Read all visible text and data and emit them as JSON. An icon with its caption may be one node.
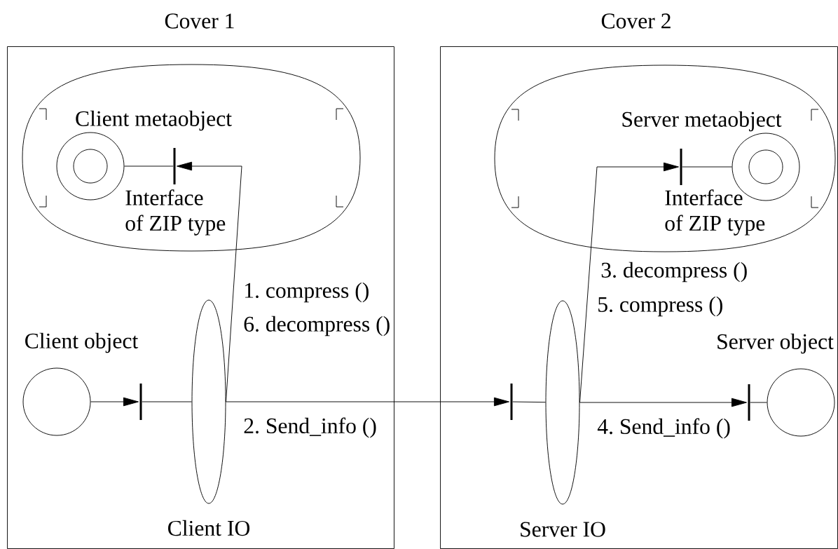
{
  "diagram": {
    "nodes": [
      {
        "text": [
          "Cover 1"
        ]
      },
      {
        "text": [],
        "shape": "cloud",
        "in": 0
      },
      {
        "text": [
          "Client metaobject"
        ],
        "in": 1
      },
      {
        "text": [
          "Interface of ZIP type"
        ],
        "in": 1
      },
      {
        "text": [
          "Client object"
        ],
        "in": 0
      },
      {
        "text": [],
        "shape": "bar",
        "in": 0
      },
      {
        "text": [
          "Client IO"
        ],
        "in": 0
      },
      {
        "text": [
          "Cover 2"
        ]
      },
      {
        "text": [],
        "shape": "cloud",
        "in": 7
      },
      {
        "text": [
          "Server metaobject"
        ],
        "in": 8
      },
      {
        "text": [
          "Interface of ZIP type"
        ],
        "in": 8
      },
      {
        "text": [],
        "shape": "bar",
        "in": 7
      },
      {
        "text": [
          "Server IO"
        ],
        "in": 7
      },
      {
        "text": [],
        "shape": "bar",
        "in": 7
      },
      {
        "text": [
          "Server object"
        ],
        "in": 7
      }
    ],
    "edges": [
      {
        "from": 4,
        "to": 5,
        "arrow": "to"
      },
      {
        "from": 5,
        "to": 6,
        "arrow": "none"
      },
      {
        "from": 6,
        "to": 3,
        "arrow": "to"
      },
      {
        "from": 3,
        "to": 2,
        "arrow": "none"
      },
      {
        "from": 6,
        "to": 11,
        "arrow": "to",
        "label": "2. Send_info ()"
      },
      {
        "from": 11,
        "to": 12,
        "arrow": "none"
      },
      {
        "from": 12,
        "to": 10,
        "arrow": "to"
      },
      {
        "from": 10,
        "to": 9,
        "arrow": "none"
      },
      {
        "from": 12,
        "to": 13,
        "arrow": "to",
        "label": "4. Send_info ()"
      },
      {
        "from": 13,
        "to": 14,
        "arrow": "none"
      }
    ],
    "labels": [
      "1. compress ()",
      "6. decompress ()",
      "3. decompress ()",
      "5. compress ()"
    ]
  }
}
